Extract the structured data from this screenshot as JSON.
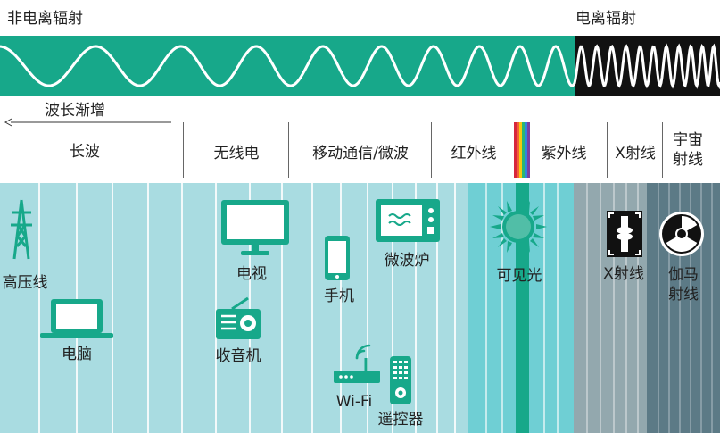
{
  "header": {
    "non_ionizing": "非电离辐射",
    "ionizing": "电离辐射",
    "wavelength_arrow": "波长渐增"
  },
  "bands": [
    {
      "label": "长波"
    },
    {
      "label": "无线电"
    },
    {
      "label": "移动通信/微波"
    },
    {
      "label": "红外线"
    },
    {
      "label": "紫外线"
    },
    {
      "label": "X射线"
    },
    {
      "label": "宇宙射线"
    }
  ],
  "devices": {
    "power_line": "高压线",
    "computer": "电脑",
    "tv": "电视",
    "radio": "收音机",
    "phone": "手机",
    "microwave": "微波炉",
    "wifi": "Wi-Fi",
    "remote": "遥控器",
    "visible_light": "可见光",
    "xray": "X射线",
    "gamma": "伽马射线"
  },
  "colors": {
    "teal": "#17a88a",
    "black": "#111111",
    "wave": "#ffffff",
    "panel_light": "#a9dce1",
    "panel_mid": "#6fcfd4",
    "panel_xray": "#93a8ae",
    "panel_gamma": "#5c7a86",
    "icon": "#17a88a"
  }
}
